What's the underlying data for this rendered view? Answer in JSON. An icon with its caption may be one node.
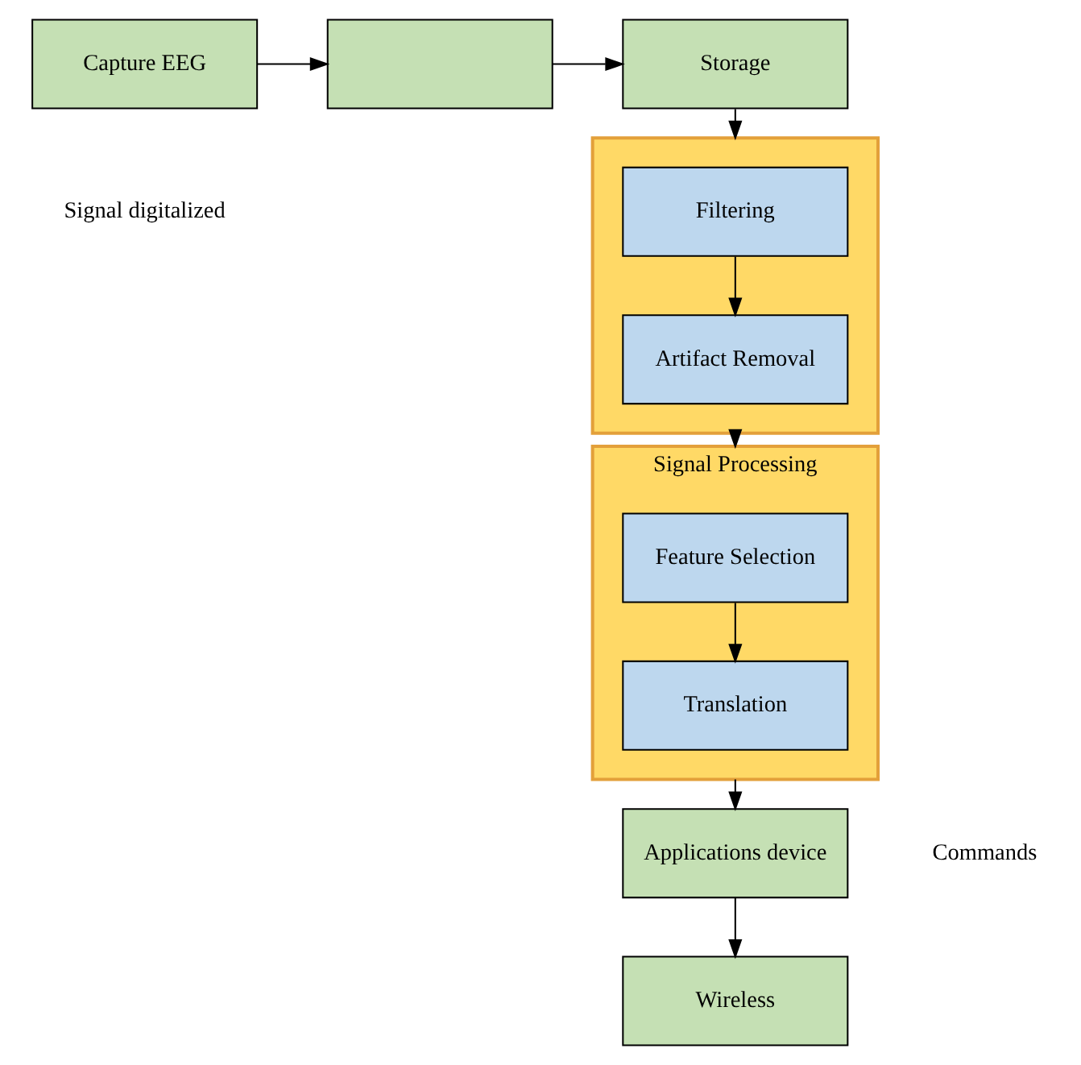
{
  "diagram": {
    "nodes": [
      {
        "text": [
          "Capture EEG"
        ]
      },
      {
        "text": [],
        "shape": "box"
      },
      {
        "text": [
          "Storage"
        ]
      },
      {
        "text": [],
        "shape": "box"
      },
      {
        "text": [
          "Filtering"
        ],
        "in": 3
      },
      {
        "text": [
          "Artifact Removal"
        ],
        "in": 3
      },
      {
        "text": [
          "Signal Processing"
        ]
      },
      {
        "text": [
          "Feature Selection"
        ],
        "in": 6
      },
      {
        "text": [
          "Translation"
        ],
        "in": 6
      },
      {
        "text": [
          "Applications device"
        ]
      },
      {
        "text": [
          "Wireless"
        ]
      }
    ],
    "edges": [
      {
        "from": 0,
        "to": 1,
        "arrow": "to"
      },
      {
        "from": 1,
        "to": 2,
        "arrow": "to"
      },
      {
        "from": 2,
        "to": 3,
        "arrow": "to"
      },
      {
        "from": 4,
        "to": 5,
        "arrow": "to"
      },
      {
        "from": 3,
        "to": 6,
        "arrow": "to"
      },
      {
        "from": 7,
        "to": 8,
        "arrow": "to"
      },
      {
        "from": 6,
        "to": 9,
        "arrow": "to"
      },
      {
        "from": 9,
        "to": 10,
        "arrow": "to"
      }
    ],
    "labels": [
      "Signal digitalized",
      "Commands"
    ]
  }
}
